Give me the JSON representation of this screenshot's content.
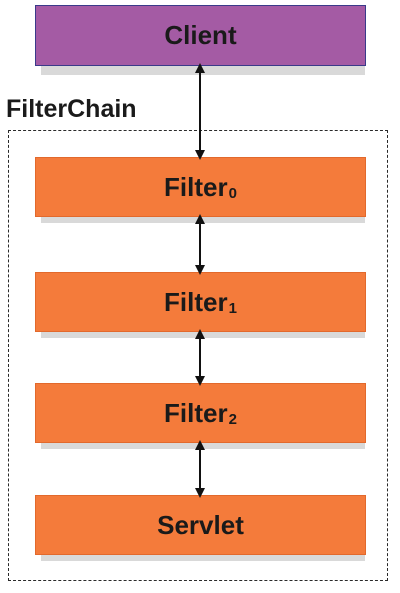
{
  "client": {
    "label": "Client"
  },
  "filter_chain": {
    "label": "FilterChain",
    "filters": [
      {
        "label": "Filter",
        "subscript": "0"
      },
      {
        "label": "Filter",
        "subscript": "1"
      },
      {
        "label": "Filter",
        "subscript": "2"
      }
    ],
    "servlet": {
      "label": "Servlet"
    }
  },
  "colors": {
    "client": "#a45ba4",
    "filter": "#f47b3b",
    "shadow": "#d9d9d9"
  }
}
